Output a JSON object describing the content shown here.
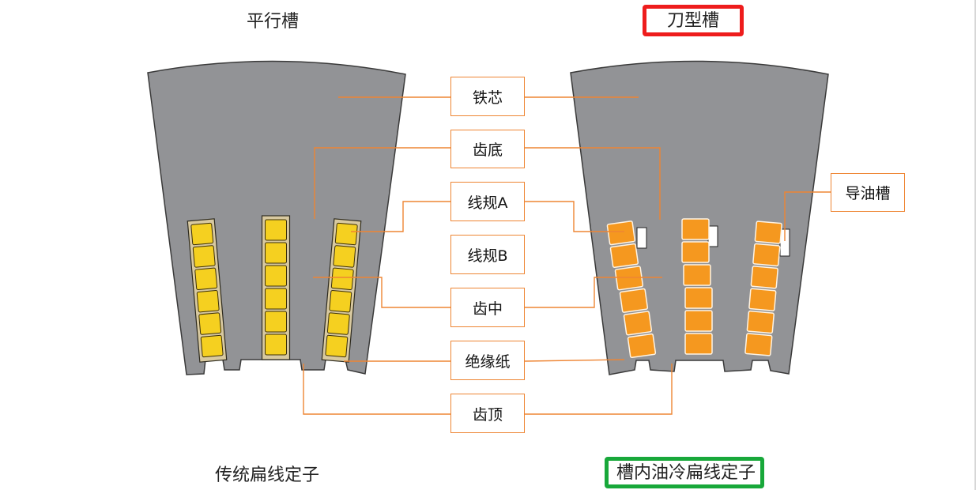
{
  "titles": {
    "left_top": "平行槽",
    "right_top": "刀型槽",
    "left_bottom": "传统扁线定子",
    "right_bottom": "槽内油冷扁线定子"
  },
  "labels": {
    "core": "铁芯",
    "tooth_root": "齿底",
    "wire_gauge_a": "线规A",
    "wire_gauge_b": "线规B",
    "tooth_middle": "齿中",
    "insulation_paper": "绝缘纸",
    "tooth_tip": "齿顶",
    "oil_groove": "导油槽"
  },
  "colors": {
    "core": "#929396",
    "conductor_parallel": "#f5d020",
    "conductor_knife": "#f5981f",
    "leader": "#ee8533",
    "highlight_red": "#ee1c1c",
    "highlight_green": "#18a83a"
  }
}
